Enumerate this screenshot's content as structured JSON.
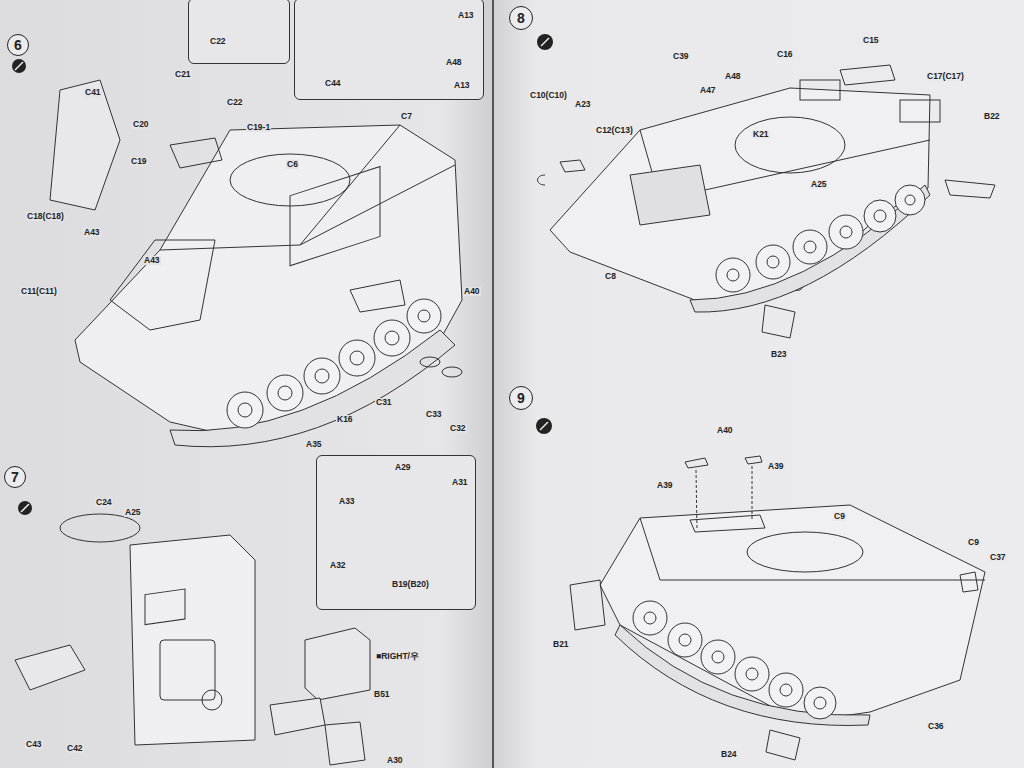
{
  "diagram": {
    "nodes": [
      {
        "text": [
          "6"
        ]
      },
      {
        "text": [
          "C22"
        ]
      },
      {
        "text": [
          "C44",
          "A48",
          "A13",
          "A13"
        ]
      },
      {
        "text": [
          "7"
        ]
      },
      {
        "text": [
          "A29",
          "A33",
          "A31",
          "A32",
          "B19(B20)"
        ]
      },
      {
        "text": [
          "8"
        ]
      },
      {
        "text": [
          "9"
        ]
      }
    ],
    "labels": [
      "C41",
      "C21",
      "C22",
      "C20",
      "C19",
      "C19-1",
      "C7",
      "C6",
      "C18(C18)",
      "A43",
      "A43",
      "C11(C11)",
      "A35",
      "K16",
      "C33",
      "C32",
      "A40",
      "C31",
      "C24",
      "A25",
      "C43",
      "C42",
      "B51",
      "A30",
      "■RIGHT/우",
      "C10(C10)",
      "A23",
      "C39",
      "A47",
      "A48",
      "C16",
      "C15",
      "C17(C17)",
      "C12(C13)",
      "K21",
      "B22",
      "A25",
      "C8",
      "B23",
      "A40",
      "A39",
      "A39",
      "C9",
      "C9",
      "C37",
      "B21",
      "C36",
      "B24"
    ]
  }
}
